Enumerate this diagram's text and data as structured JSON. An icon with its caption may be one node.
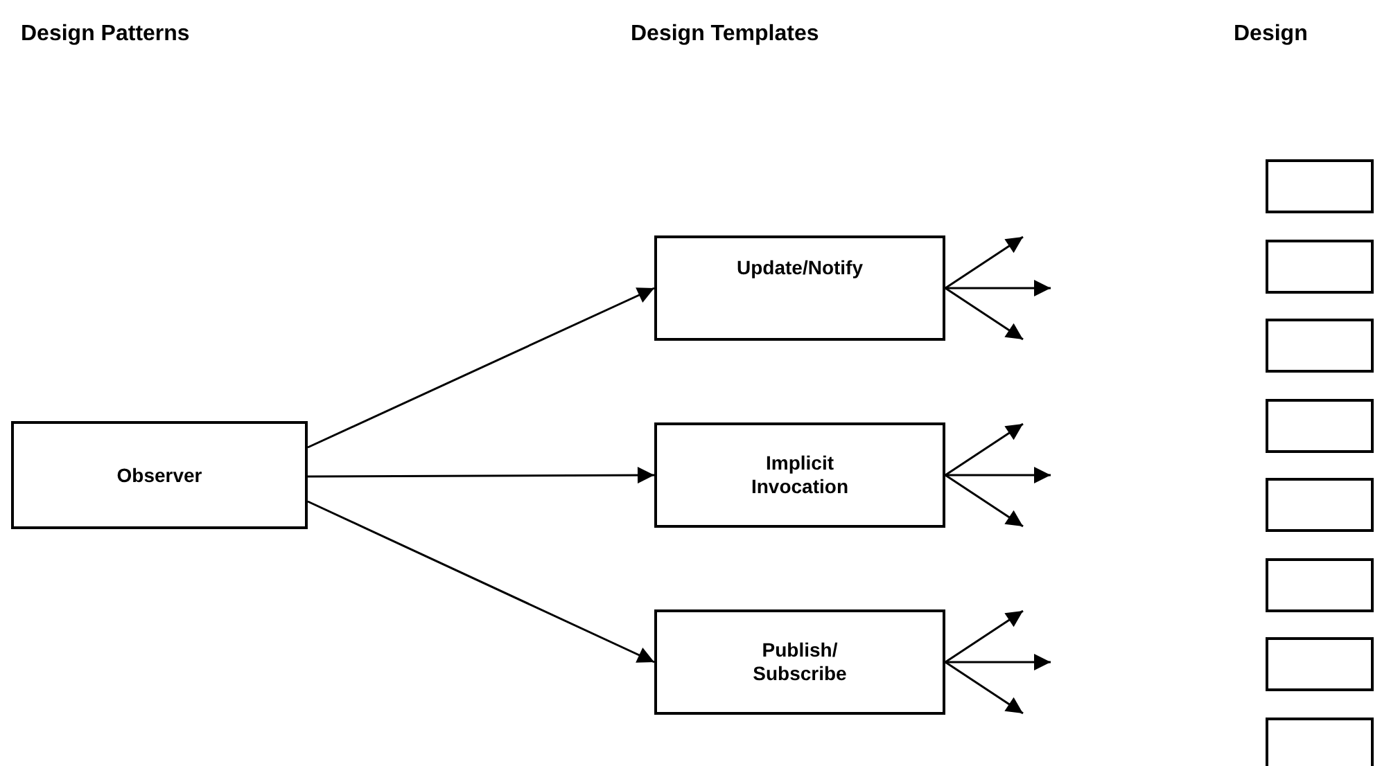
{
  "diagram": {
    "nodes": [
      {
        "text": [
          "Observer"
        ]
      },
      {
        "text": [
          "Update/Notify"
        ]
      },
      {
        "text": [
          "Implicit Invocation"
        ]
      },
      {
        "text": [
          "Publish/ Subscribe"
        ]
      },
      {
        "text": [],
        "shape": "box"
      },
      {
        "text": [],
        "shape": "box"
      },
      {
        "text": [],
        "shape": "box"
      },
      {
        "text": [],
        "shape": "box"
      },
      {
        "text": [],
        "shape": "box"
      },
      {
        "text": [],
        "shape": "box"
      },
      {
        "text": [],
        "shape": "box"
      },
      {
        "text": [],
        "shape": "box"
      }
    ],
    "edges": [
      {
        "from": 0,
        "to": 1,
        "arrow": "to"
      },
      {
        "from": 0,
        "to": 2,
        "arrow": "to"
      },
      {
        "from": 0,
        "to": 3,
        "arrow": "to"
      },
      {
        "from": 1,
        "to": null,
        "arrow": "to"
      },
      {
        "from": 1,
        "to": null,
        "arrow": "to"
      },
      {
        "from": 1,
        "to": null,
        "arrow": "to"
      },
      {
        "from": 2,
        "to": null,
        "arrow": "to"
      },
      {
        "from": 2,
        "to": null,
        "arrow": "to"
      },
      {
        "from": 2,
        "to": null,
        "arrow": "to"
      },
      {
        "from": 3,
        "to": null,
        "arrow": "to"
      },
      {
        "from": 3,
        "to": null,
        "arrow": "to"
      },
      {
        "from": 3,
        "to": null,
        "arrow": "to"
      }
    ],
    "labels": [
      "Design Patterns",
      "Design Templates",
      "Design"
    ]
  }
}
